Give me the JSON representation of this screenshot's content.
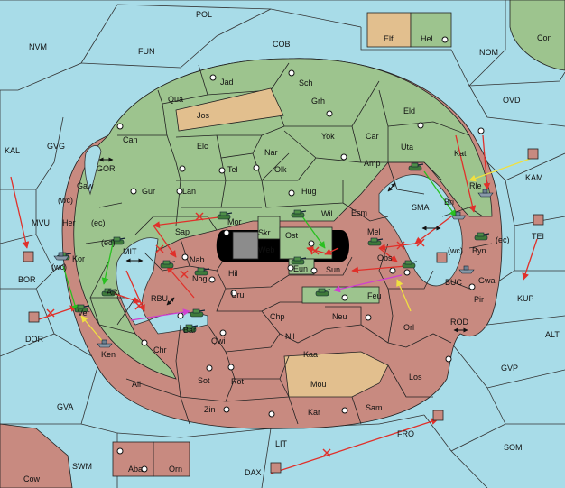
{
  "colors": {
    "sea": "#a8dce8",
    "green_power": "#9dc48e",
    "red_power": "#c88a80",
    "tan_neutral": "#e2bf8e",
    "dark_center": "#8c8c8c",
    "order_red": "#e0302a",
    "order_green": "#29c020",
    "order_yellow": "#f0e040",
    "order_magenta": "#d040d0"
  },
  "icons": {
    "army": "tank-icon",
    "fleet": "ship-icon",
    "supply_center": "supply-center-dot",
    "failed_order": "red-x-mark",
    "convoy_passage": "double-arrow-icon"
  },
  "legend": {
    "elf": "Elf",
    "hel": "Hel"
  },
  "sea_labels": {
    "pol": "POL",
    "cob": "COB",
    "fun": "FUN",
    "nvm": "NVM",
    "nom": "NOM",
    "con": "Con",
    "ovd": "OVD",
    "kal": "KAL",
    "gvg": "GVG",
    "gor": "GOR",
    "kam": "KAM",
    "mvu": "MVU",
    "mit": "MIT",
    "sma": "SMA",
    "bor": "BOR",
    "tei": "TEI",
    "buc": "BUC",
    "kup": "KUP",
    "rbu": "RBU",
    "dor": "DOR",
    "rod": "ROD",
    "alt": "ALT",
    "gvp": "GVP",
    "gva": "GVA",
    "lit": "LIT",
    "fro": "FRO",
    "som": "SOM",
    "swm": "SWM",
    "dax": "DAX",
    "cow": "Cow",
    "aba": "Aba",
    "orn": "Orn"
  },
  "land_labels": {
    "jad": "Jad",
    "sch": "Sch",
    "qua": "Qua",
    "jos": "Jos",
    "grh": "Grh",
    "eld": "Eld",
    "can": "Can",
    "elc": "Elc",
    "nar": "Nar",
    "yok": "Yok",
    "car": "Car",
    "uta": "Uta",
    "kat": "Kat",
    "tel": "Tel",
    "olk": "Olk",
    "amp": "Amp",
    "gaw": "Gaw",
    "gur": "Gur",
    "lan": "Lan",
    "hug": "Hug",
    "bri": "Bri",
    "rle": "Rle",
    "her": "Her",
    "skr": "Skr",
    "wil": "Wil",
    "esm": "Esm",
    "mor": "Mor",
    "sap": "Sap",
    "web": "Web",
    "ost": "Ost",
    "mel": "Mel",
    "byn": "Byn",
    "kor": "Kor",
    "nab": "Nab",
    "eun": "Eun",
    "sun": "Sun",
    "obs": "Obs",
    "gwa": "Gwa",
    "alk": "Alk",
    "hil": "Hil",
    "nog": "Nog",
    "uru": "Uru",
    "feu": "Feu",
    "pir": "Pir",
    "ver": "Ver",
    "chp": "Chp",
    "neu": "Neu",
    "orl": "Orl",
    "bar": "Bar",
    "qwi": "Qwi",
    "nil": "Nil",
    "ken": "Ken",
    "kaa": "Kaa",
    "chr": "Chr",
    "los": "Los",
    "ail": "Ail",
    "sot": "Sot",
    "rot": "Rot",
    "mou": "Mou",
    "zin": "Zin",
    "kar": "Kar",
    "sam": "Sam"
  },
  "coast_labels": {
    "wc1": "(wc)",
    "ec1": "(ec)",
    "ec2": "(ec)",
    "wc2": "(wc)",
    "wc3": "(wc)",
    "ec3": "(ec)"
  }
}
